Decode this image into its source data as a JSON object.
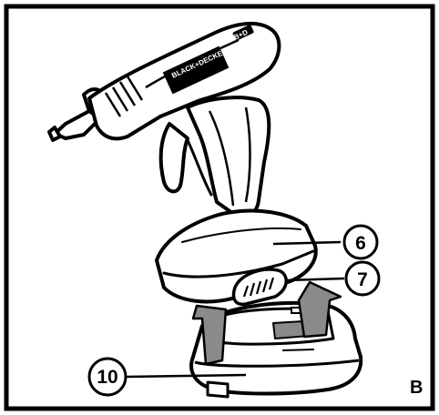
{
  "figure": {
    "letter": "B",
    "brand_logo": "BLACK+DECKER",
    "nozzle_badge": "B+D",
    "callouts": [
      {
        "label": "6",
        "target": "tool-base-housing"
      },
      {
        "label": "7",
        "target": "battery-release-button"
      },
      {
        "label": "10",
        "target": "battery-pack"
      }
    ],
    "colors": {
      "line": "#000000",
      "fill": "#ffffff",
      "shade": "#8a8a8a"
    }
  }
}
